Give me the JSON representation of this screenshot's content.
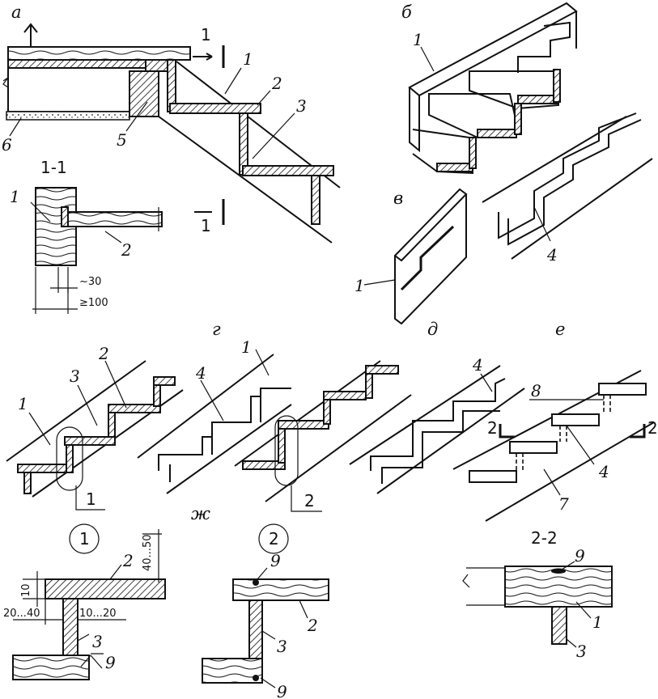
{
  "labels": {
    "a": "а",
    "b": "б",
    "v": "в",
    "g": "г",
    "d": "д",
    "e": "е",
    "zh": "ж",
    "n1": "1",
    "n2": "2",
    "n3": "3",
    "n4": "4",
    "n5": "5",
    "n6": "6",
    "n7": "7",
    "n8": "8",
    "n9": "9",
    "sec11": "1-1",
    "sec22": "2-2",
    "cut1": "1",
    "cut2": "2",
    "detail1": "1",
    "detail2": "2"
  },
  "dims": {
    "approx30": "~30",
    "min100": "≥100",
    "d40_50": "40...50",
    "d10": "10",
    "d20_40": "20...40",
    "d10_20": "10...20"
  }
}
